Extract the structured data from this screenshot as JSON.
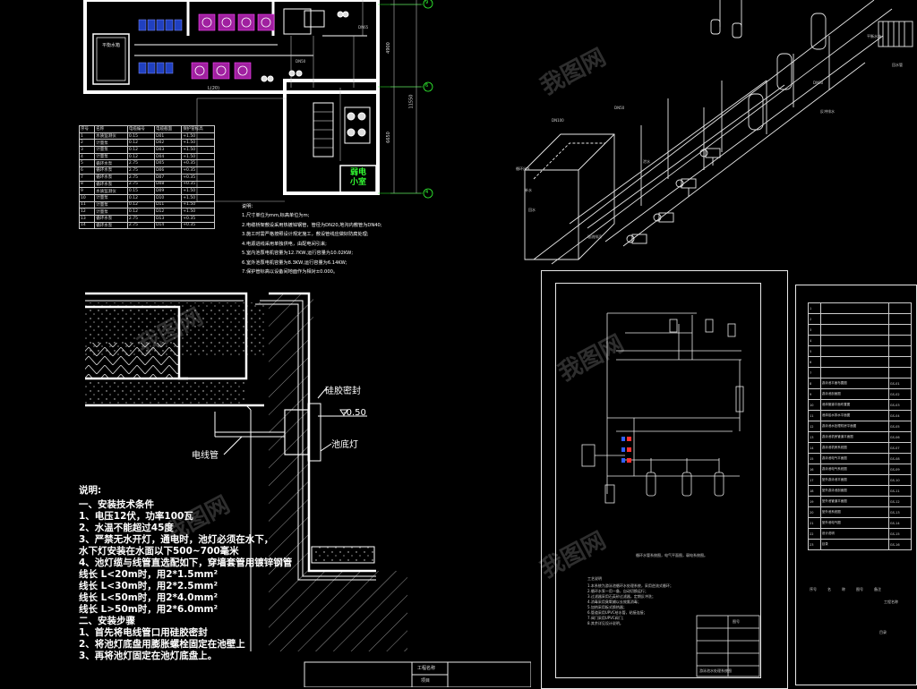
{
  "plan": {
    "grid_labels": [
      "9",
      "6",
      "4"
    ],
    "dims": [
      "4900",
      "11550",
      "6650"
    ],
    "room_label": "弱电小室",
    "tank_label": "平衡水箱",
    "pipe_tag": "L(20)",
    "small_labels": [
      "DN50",
      "DN65"
    ],
    "table": {
      "headers": [
        "序号",
        "名称",
        "电缆编号",
        "电缆截面",
        "保护管标高"
      ],
      "rows": [
        [
          "1",
          "水质监测仪",
          "0.15",
          "D01",
          "+1.50"
        ],
        [
          "2",
          "计量泵",
          "0.12",
          "D02",
          "+1.50"
        ],
        [
          "3",
          "计量泵",
          "0.12",
          "D03",
          "+1.50"
        ],
        [
          "4",
          "计量泵",
          "0.12",
          "D04",
          "+1.50"
        ],
        [
          "5",
          "循环水泵",
          "2.75",
          "D05",
          "+0.35"
        ],
        [
          "6",
          "循环水泵",
          "2.75",
          "D06",
          "+0.35"
        ],
        [
          "7",
          "循环水泵",
          "2.75",
          "D07",
          "+0.35"
        ],
        [
          "8",
          "循环水泵",
          "2.75",
          "D08",
          "+0.35"
        ],
        [
          "9",
          "水质监测仪",
          "0.15",
          "D09",
          "+1.50"
        ],
        [
          "10",
          "计量泵",
          "0.12",
          "D10",
          "+1.50"
        ],
        [
          "11",
          "计量泵",
          "0.12",
          "D11",
          "+1.50"
        ],
        [
          "12",
          "计量泵",
          "0.12",
          "D12",
          "+1.50"
        ],
        [
          "13",
          "循环水泵",
          "2.75",
          "D13",
          "+0.35"
        ],
        [
          "14",
          "循环水泵",
          "2.75",
          "D14",
          "+0.35"
        ]
      ]
    },
    "notes_title": "说明：",
    "notes": [
      "1.尺寸单位为mm,标高单位为m;",
      "2.电缆桥架敷设采用热镀锌钢管，管径为DN20,地沟内敷管为DN40;",
      "3.施工时需严格按照设计规定施工，敷设管线应做好防腐处理;",
      "4.电源进线采用单独供电，由配电间引来;",
      "5.室内池泵电机容量为12.7KW,运行容量为10.02KW;",
      "6.室外池泵电机容量为8.3KW,运行容量为6.14KW;",
      "7.保护管标高以设备间地面作为相对±0.000。"
    ]
  },
  "isometric": {
    "labels": [
      "循环出水",
      "补水",
      "回水",
      "DN100",
      "DN50",
      "溢流排污",
      "泄水",
      "反冲排水",
      "DN80",
      "回水管",
      "平衡水箱"
    ]
  },
  "detail": {
    "labels": {
      "seal": "硅胶密封",
      "level": "-0.50",
      "conduit": "电线管",
      "light": "池底灯"
    },
    "notes_title": "说明:",
    "notes": [
      "一、安装技术条件",
      "1、电压12伏，功率100瓦",
      "2、水温不能超过45度",
      "3、严禁无水开灯，通电时，池灯必须在水下，",
      "   水下灯安装在水面以下500~700毫米",
      "4、池灯缆与线管直选配如下，穿墙套管用镀锌钢管",
      "          线长  L<20m时，用2*1.5mm²",
      "          线长  L<30m时，用2*2.5mm²",
      "          线长  L<50m时，用2*4.0mm²",
      "          线长  L>50m时，用2*6.0mm²",
      "二、安装步骤",
      "1、首先将电线管口用硅胶密封",
      "2、将池灯底盘用膨胀螺栓固定在池壁上",
      "3、再将池灯固定在池灯底盘上。"
    ],
    "title_block": [
      "工程名称",
      "项目"
    ]
  },
  "schematic": {
    "caption": "循环水管系统图，电气平面图，弱电系统图。",
    "notes_title": "工艺说明",
    "notes": [
      "1.本系统为游泳池循环水处理系统，采用逆流式循环；",
      "2.循环水泵一用一备，自动切换运行；",
      "3.过滤器采用石英砂过滤器，定期反冲洗；",
      "4.消毒采用臭氧辅以长效氯消毒；",
      "5.加热采用板式换热器；",
      "6.管道采用UPVC给水管，粘接连接；",
      "7.阀门采用UPVC阀门；",
      "8.其余详见设计说明。"
    ],
    "title_block": [
      "图号",
      "游泳池水处理系统图"
    ]
  },
  "drawing_list": {
    "rows": [
      [
        "1",
        "",
        ""
      ],
      [
        "2",
        "",
        ""
      ],
      [
        "3",
        "",
        ""
      ],
      [
        "4",
        "",
        ""
      ],
      [
        "5",
        "",
        ""
      ],
      [
        "6",
        "",
        ""
      ],
      [
        "7",
        "",
        ""
      ],
      [
        "8",
        "游泳池平面布置图",
        "GS-01"
      ],
      [
        "9",
        "游泳池剖面图",
        "GS-02"
      ],
      [
        "10",
        "池体管道平面布置图",
        "GS-03"
      ],
      [
        "11",
        "池体给水排水平面图",
        "GS-04"
      ],
      [
        "12",
        "游泳池水处理机房平面图",
        "GS-05"
      ],
      [
        "13",
        "游泳池机房管道平面图",
        "GS-06"
      ],
      [
        "14",
        "游泳池机房系统图",
        "GS-07"
      ],
      [
        "15",
        "游泳池电气平面图",
        "GS-08"
      ],
      [
        "16",
        "游泳池电气系统图",
        "GS-09"
      ],
      [
        "17",
        "室外游泳池平面图",
        "GS-10"
      ],
      [
        "18",
        "室外游泳池剖面图",
        "GS-11"
      ],
      [
        "19",
        "室外池管道平面图",
        "GS-12"
      ],
      [
        "20",
        "室外池系统图",
        "GS-13"
      ],
      [
        "21",
        "室外池电气图",
        "GS-14"
      ],
      [
        "22",
        "设计说明",
        "GS-15"
      ],
      [
        "23",
        "目录",
        "GS-16"
      ]
    ],
    "footer_headers": [
      "序号",
      "名",
      "称",
      "图号",
      "备注"
    ],
    "title_block": [
      "工程名称",
      "目录"
    ]
  },
  "watermark": "我图网"
}
